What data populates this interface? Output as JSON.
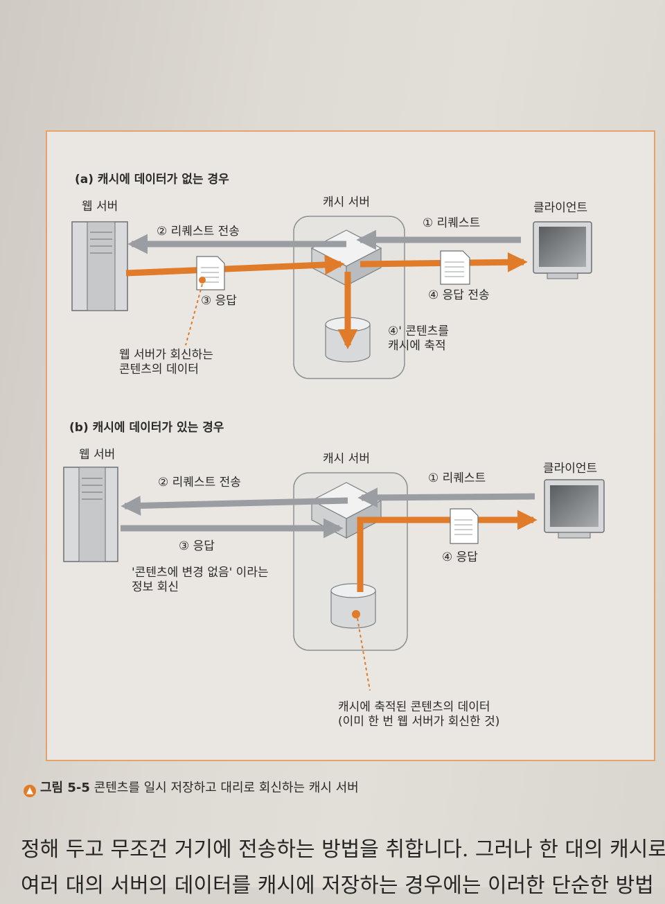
{
  "figure": {
    "panel_a": {
      "title": "(a) 캐시에 데이터가 없는 경우",
      "web_server": "웹 서버",
      "cache_server": "캐시 서버",
      "client": "클라이언트",
      "step1": "① 리퀘스트",
      "step2": "② 리퀘스트 전송",
      "step3": "③ 응답",
      "step4": "④ 응답 전송",
      "step4p": "④' 콘텐츠를\n캐시에 축적",
      "note": "웹 서버가 회신하는\n콘텐츠의 데이터"
    },
    "panel_b": {
      "title": "(b) 캐시에 데이터가 있는 경우",
      "web_server": "웹 서버",
      "cache_server": "캐시 서버",
      "client": "클라이언트",
      "step1": "① 리퀘스트",
      "step2": "② 리퀘스트 전송",
      "step3": "③ 응답",
      "step3_note": "'콘텐츠에 변경 없음' 이라는\n정보 회신",
      "step4": "④ 응답",
      "note": "캐시에 축적된 콘텐츠의 데이터\n(이미 한 번 웹 서버가 회신한 것)"
    },
    "caption_label": "그림 5-5",
    "caption_text": "콘텐츠를 일시 저장하고 대리로 회신하는 캐시 서버",
    "colors": {
      "accent": "#e07b2a",
      "gray_arrow": "#9a9ea3",
      "border": "#e5a36a"
    }
  },
  "body": {
    "line1": "정해 두고 무조건 거기에 전송하는 방법을 취합니다. 그러나 한 대의 캐시로",
    "line2": "여러 대의 서버의 데이터를 캐시에 저장하는 경우에는 이러한 단순한 방법"
  }
}
